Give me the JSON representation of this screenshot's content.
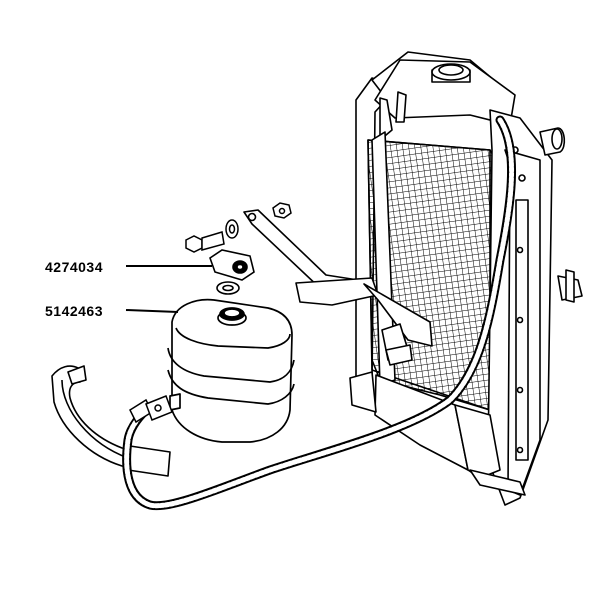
{
  "callouts": [
    {
      "part_number": "4274034"
    },
    {
      "part_number": "5142463"
    }
  ],
  "colors": {
    "line": "#000000",
    "background": "#ffffff",
    "hose": "#ffffff",
    "mesh": "#000000"
  },
  "icons": [
    "radiator",
    "expansion-tank",
    "filler-cap",
    "bracket",
    "bolt",
    "nut",
    "washer",
    "strap",
    "hose",
    "hose-clip"
  ]
}
